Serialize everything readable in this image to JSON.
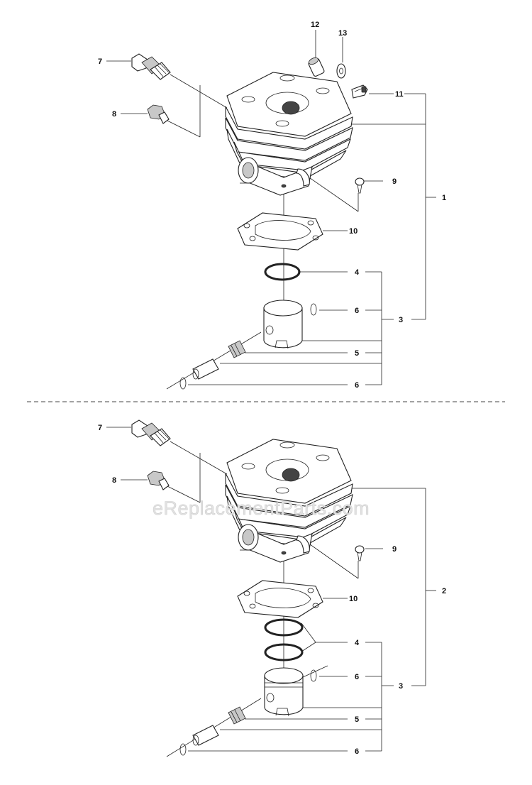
{
  "watermark": "eReplacementParts.com",
  "top_assembly": {
    "callouts": {
      "c12": "12",
      "c13": "13",
      "c7": "7",
      "c11": "11",
      "c8": "8",
      "c1": "1",
      "c9": "9",
      "c10": "10",
      "c4": "4",
      "c6a": "6",
      "c3": "3",
      "c5": "5",
      "c6b": "6"
    }
  },
  "bottom_assembly": {
    "callouts": {
      "c7": "7",
      "c8": "8",
      "c9": "9",
      "c2": "2",
      "c10": "10",
      "c4": "4",
      "c6a": "6",
      "c3": "3",
      "c5": "5",
      "c6b": "6"
    }
  }
}
